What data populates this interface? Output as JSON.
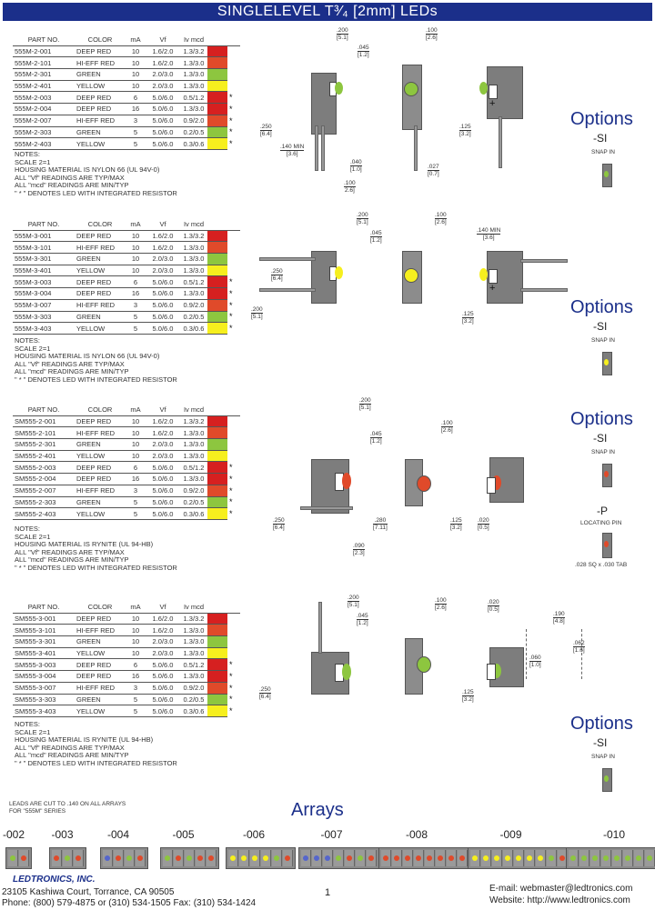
{
  "header": {
    "title": "SINGLELEVEL T³⁄₄ [2mm]  LEDs"
  },
  "columns": [
    "PART NO.",
    "COLOR",
    "mA",
    "Vf",
    "Iv mcd"
  ],
  "colors": {
    "DEEP RED": "#d62020",
    "HI-EFF RED": "#e04a2a",
    "GREEN": "#8dc63f",
    "YELLOW": "#f6ef1e",
    "brand": "#1b2f8a"
  },
  "sections": [
    {
      "rows": [
        {
          "pn": "555M-2-001",
          "color": "DEEP RED",
          "ma": "10",
          "vf": "1.6/2.0",
          "iv": "1.3/3.2",
          "ast": ""
        },
        {
          "pn": "555M-2-101",
          "color": "HI-EFF RED",
          "ma": "10",
          "vf": "1.6/2.0",
          "iv": "1.3/3.0",
          "ast": ""
        },
        {
          "pn": "555M-2-301",
          "color": "GREEN",
          "ma": "10",
          "vf": "2.0/3.0",
          "iv": "1.3/3.0",
          "ast": ""
        },
        {
          "pn": "555M-2-401",
          "color": "YELLOW",
          "ma": "10",
          "vf": "2.0/3.0",
          "iv": "1.3/3.0",
          "ast": ""
        },
        {
          "pn": "555M-2-003",
          "color": "DEEP RED",
          "ma": "6",
          "vf": "5.0/6.0",
          "iv": "0.5/1.2",
          "ast": "*"
        },
        {
          "pn": "555M-2-004",
          "color": "DEEP RED",
          "ma": "16",
          "vf": "5.0/6.0",
          "iv": "1.3/3.0",
          "ast": "*"
        },
        {
          "pn": "555M-2-007",
          "color": "HI-EFF RED",
          "ma": "3",
          "vf": "5.0/6.0",
          "iv": "0.9/2.0",
          "ast": "*"
        },
        {
          "pn": "555M-2-303",
          "color": "GREEN",
          "ma": "5",
          "vf": "5.0/6.0",
          "iv": "0.2/0.5",
          "ast": "*"
        },
        {
          "pn": "555M-2-403",
          "color": "YELLOW",
          "ma": "5",
          "vf": "5.0/6.0",
          "iv": "0.3/0.6",
          "ast": "*"
        }
      ],
      "notes": [
        "NOTES:",
        "SCALE 2=1",
        "HOUSING MATERIAL IS NYLON 66 (UL 94V-0)",
        "ALL \"Vf\" READINGS ARE TYP/MAX",
        "ALL \"mcd\" READINGS ARE MIN/TYP",
        "\" * \" DENOTES LED WITH INTEGRATED RESISTOR"
      ],
      "options": {
        "title": "Options",
        "code": "-SI",
        "desc": "SNAP IN"
      },
      "dims": [
        ".200\n[5.1]",
        ".100\n[2.6]",
        ".045\n[1.2]",
        ".250\n[6.4]",
        ".140 MIN\n[3.6]",
        ".040\n[1.0]",
        ".027\n[0.7]",
        ".100\n2.6]",
        ".125\n[3.2]"
      ]
    },
    {
      "rows": [
        {
          "pn": "555M-3-001",
          "color": "DEEP RED",
          "ma": "10",
          "vf": "1.6/2.0",
          "iv": "1.3/3.2",
          "ast": ""
        },
        {
          "pn": "555M-3-101",
          "color": "HI-EFF RED",
          "ma": "10",
          "vf": "1.6/2.0",
          "iv": "1.3/3.0",
          "ast": ""
        },
        {
          "pn": "555M-3-301",
          "color": "GREEN",
          "ma": "10",
          "vf": "2.0/3.0",
          "iv": "1.3/3.0",
          "ast": ""
        },
        {
          "pn": "555M-3-401",
          "color": "YELLOW",
          "ma": "10",
          "vf": "2.0/3.0",
          "iv": "1.3/3.0",
          "ast": ""
        },
        {
          "pn": "555M-3-003",
          "color": "DEEP RED",
          "ma": "6",
          "vf": "5.0/6.0",
          "iv": "0.5/1.2",
          "ast": "*"
        },
        {
          "pn": "555M-3-004",
          "color": "DEEP RED",
          "ma": "16",
          "vf": "5.0/6.0",
          "iv": "1.3/3.0",
          "ast": "*"
        },
        {
          "pn": "555M-3-007",
          "color": "HI-EFF RED",
          "ma": "3",
          "vf": "5.0/6.0",
          "iv": "0.9/2.0",
          "ast": "*"
        },
        {
          "pn": "555M-3-303",
          "color": "GREEN",
          "ma": "5",
          "vf": "5.0/6.0",
          "iv": "0.2/0.5",
          "ast": "*"
        },
        {
          "pn": "555M-3-403",
          "color": "YELLOW",
          "ma": "5",
          "vf": "5.0/6.0",
          "iv": "0.3/0.6",
          "ast": "*"
        }
      ],
      "notes": [
        "NOTES:",
        "SCALE 2=1",
        "HOUSING MATERIAL IS NYLON 66 (UL 94V-0)",
        "ALL \"Vf\" READINGS ARE TYP/MAX",
        "ALL \"mcd\" READINGS ARE MIN/TYP",
        "\" * \" DENOTES LED WITH INTEGRATED RESISTOR"
      ],
      "options": {
        "title": "Options",
        "code": "-SI",
        "desc": "SNAP IN"
      },
      "dims": [
        ".200\n[5.1]",
        ".100\n[2.6]",
        ".045\n[1.2]",
        ".250\n[6.4]",
        ".200\n[5.1]",
        ".140 MIN\n[3.6]",
        ".125\n[3.2]"
      ]
    },
    {
      "rows": [
        {
          "pn": "SM555-2-001",
          "color": "DEEP RED",
          "ma": "10",
          "vf": "1.6/2.0",
          "iv": "1.3/3.2",
          "ast": ""
        },
        {
          "pn": "SM555-2-101",
          "color": "HI-EFF RED",
          "ma": "10",
          "vf": "1.6/2.0",
          "iv": "1.3/3.0",
          "ast": ""
        },
        {
          "pn": "SM555-2-301",
          "color": "GREEN",
          "ma": "10",
          "vf": "2.0/3.0",
          "iv": "1.3/3.0",
          "ast": ""
        },
        {
          "pn": "SM555-2-401",
          "color": "YELLOW",
          "ma": "10",
          "vf": "2.0/3.0",
          "iv": "1.3/3.0",
          "ast": ""
        },
        {
          "pn": "SM555-2-003",
          "color": "DEEP RED",
          "ma": "6",
          "vf": "5.0/6.0",
          "iv": "0.5/1.2",
          "ast": "*"
        },
        {
          "pn": "SM555-2-004",
          "color": "DEEP RED",
          "ma": "16",
          "vf": "5.0/6.0",
          "iv": "1.3/3.0",
          "ast": "*"
        },
        {
          "pn": "SM555-2-007",
          "color": "HI-EFF RED",
          "ma": "3",
          "vf": "5.0/6.0",
          "iv": "0.9/2.0",
          "ast": "*"
        },
        {
          "pn": "SM555-2-303",
          "color": "GREEN",
          "ma": "5",
          "vf": "5.0/6.0",
          "iv": "0.2/0.5",
          "ast": "*"
        },
        {
          "pn": "SM555-2-403",
          "color": "YELLOW",
          "ma": "5",
          "vf": "5.0/6.0",
          "iv": "0.3/0.6",
          "ast": "*"
        }
      ],
      "notes": [
        "NOTES:",
        "SCALE 2=1",
        "HOUSING MATERIAL IS RYNITE (UL 94-HB)",
        "ALL \"Vf\" READINGS ARE TYP/MAX",
        "ALL \"mcd\" READINGS ARE MIN/TYP",
        "\" * \" DENOTES LED WITH INTEGRATED RESISTOR"
      ],
      "options": {
        "title": "Options",
        "code": "-SI",
        "desc": "SNAP IN",
        "code2": "-P",
        "desc2": "LOCATING PIN",
        "tab": ".028 SQ x .030 TAB"
      },
      "dims": [
        ".200\n[5.1]",
        ".100\n[2.6]",
        ".045\n[1.2]",
        ".250\n[6.4]",
        ".280\n[7.11]",
        ".125\n[3.2]",
        ".020\n[0.5]",
        ".090\n[2.3]"
      ]
    },
    {
      "rows": [
        {
          "pn": "SM555-3-001",
          "color": "DEEP RED",
          "ma": "10",
          "vf": "1.6/2.0",
          "iv": "1.3/3.2",
          "ast": ""
        },
        {
          "pn": "SM555-3-101",
          "color": "HI-EFF RED",
          "ma": "10",
          "vf": "1.6/2.0",
          "iv": "1.3/3.0",
          "ast": ""
        },
        {
          "pn": "SM555-3-301",
          "color": "GREEN",
          "ma": "10",
          "vf": "2.0/3.0",
          "iv": "1.3/3.0",
          "ast": ""
        },
        {
          "pn": "SM555-3-401",
          "color": "YELLOW",
          "ma": "10",
          "vf": "2.0/3.0",
          "iv": "1.3/3.0",
          "ast": ""
        },
        {
          "pn": "SM555-3-003",
          "color": "DEEP RED",
          "ma": "6",
          "vf": "5.0/6.0",
          "iv": "0.5/1.2",
          "ast": "*"
        },
        {
          "pn": "SM555-3-004",
          "color": "DEEP RED",
          "ma": "16",
          "vf": "5.0/6.0",
          "iv": "1.3/3.0",
          "ast": "*"
        },
        {
          "pn": "SM555-3-007",
          "color": "HI-EFF RED",
          "ma": "3",
          "vf": "5.0/6.0",
          "iv": "0.9/2.0",
          "ast": "*"
        },
        {
          "pn": "SM555-3-303",
          "color": "GREEN",
          "ma": "5",
          "vf": "5.0/6.0",
          "iv": "0.2/0.5",
          "ast": "*"
        },
        {
          "pn": "SM555-3-403",
          "color": "YELLOW",
          "ma": "5",
          "vf": "5.0/6.0",
          "iv": "0.3/0.6",
          "ast": "*"
        }
      ],
      "notes": [
        "NOTES:",
        "SCALE 2=1",
        "HOUSING MATERIAL IS RYNITE (UL 94-HB)",
        "ALL \"Vf\" READINGS ARE TYP/MAX",
        "ALL \"mcd\" READINGS ARE MIN/TYP",
        "\" * \" DENOTES LED WITH INTEGRATED RESISTOR"
      ],
      "options": {
        "title": "Options",
        "code": "-SI",
        "desc": "SNAP IN"
      },
      "dims": [
        ".200\n[5.1]",
        ".100\n[2.6]",
        ".045\n[1.2]",
        ".020\n[0.5]",
        ".190\n[4.8]",
        ".062\n[1.6]",
        ".060\n[1.0]",
        ".250\n[6.4]",
        ".125\n[3.2]"
      ]
    }
  ],
  "arrays": {
    "title": "Arrays",
    "note": [
      "LEADS ARE CUT TO .140 ON ALL ARRAYS",
      "FOR \"555M\" SERIES"
    ],
    "items": [
      {
        "label": "-002",
        "dots": [
          "#8dc63f",
          "#e04a2a"
        ]
      },
      {
        "label": "-003",
        "dots": [
          "#e04a2a",
          "#8dc63f",
          "#e04a2a"
        ]
      },
      {
        "label": "-004",
        "dots": [
          "#5566cc",
          "#e04a2a",
          "#8dc63f",
          "#e04a2a"
        ]
      },
      {
        "label": "-005",
        "dots": [
          "#8dc63f",
          "#e04a2a",
          "#8dc63f",
          "#e04a2a",
          "#e04a2a"
        ]
      },
      {
        "label": "-006",
        "dots": [
          "#f6ef1e",
          "#f6ef1e",
          "#f6ef1e",
          "#f6ef1e",
          "#8dc63f",
          "#e04a2a"
        ]
      },
      {
        "label": "-007",
        "dots": [
          "#5566cc",
          "#5566cc",
          "#5566cc",
          "#8dc63f",
          "#e04a2a",
          "#8dc63f",
          "#e04a2a"
        ]
      },
      {
        "label": "-008",
        "dots": [
          "#e04a2a",
          "#e04a2a",
          "#e04a2a",
          "#e04a2a",
          "#e04a2a",
          "#e04a2a",
          "#e04a2a",
          "#e04a2a"
        ]
      },
      {
        "label": "-009",
        "dots": [
          "#f6ef1e",
          "#f6ef1e",
          "#f6ef1e",
          "#f6ef1e",
          "#f6ef1e",
          "#f6ef1e",
          "#f6ef1e",
          "#8dc63f",
          "#e04a2a"
        ]
      },
      {
        "label": "-010",
        "dots": [
          "#8dc63f",
          "#8dc63f",
          "#8dc63f",
          "#8dc63f",
          "#8dc63f",
          "#8dc63f",
          "#8dc63f",
          "#8dc63f",
          "#8dc63f",
          "#e04a2a"
        ]
      }
    ]
  },
  "footer": {
    "company": "LEDTRONICS, INC.",
    "address": "23105 Kashiwa Court,   Torrance, CA 90505",
    "phone": "Phone: (800) 579-4875 or (310) 534-1505   Fax: (310) 534-1424",
    "page": "1",
    "email": "E-mail:  webmaster@ledtronics.com",
    "website": "Website:  http://www.ledtronics.com"
  }
}
